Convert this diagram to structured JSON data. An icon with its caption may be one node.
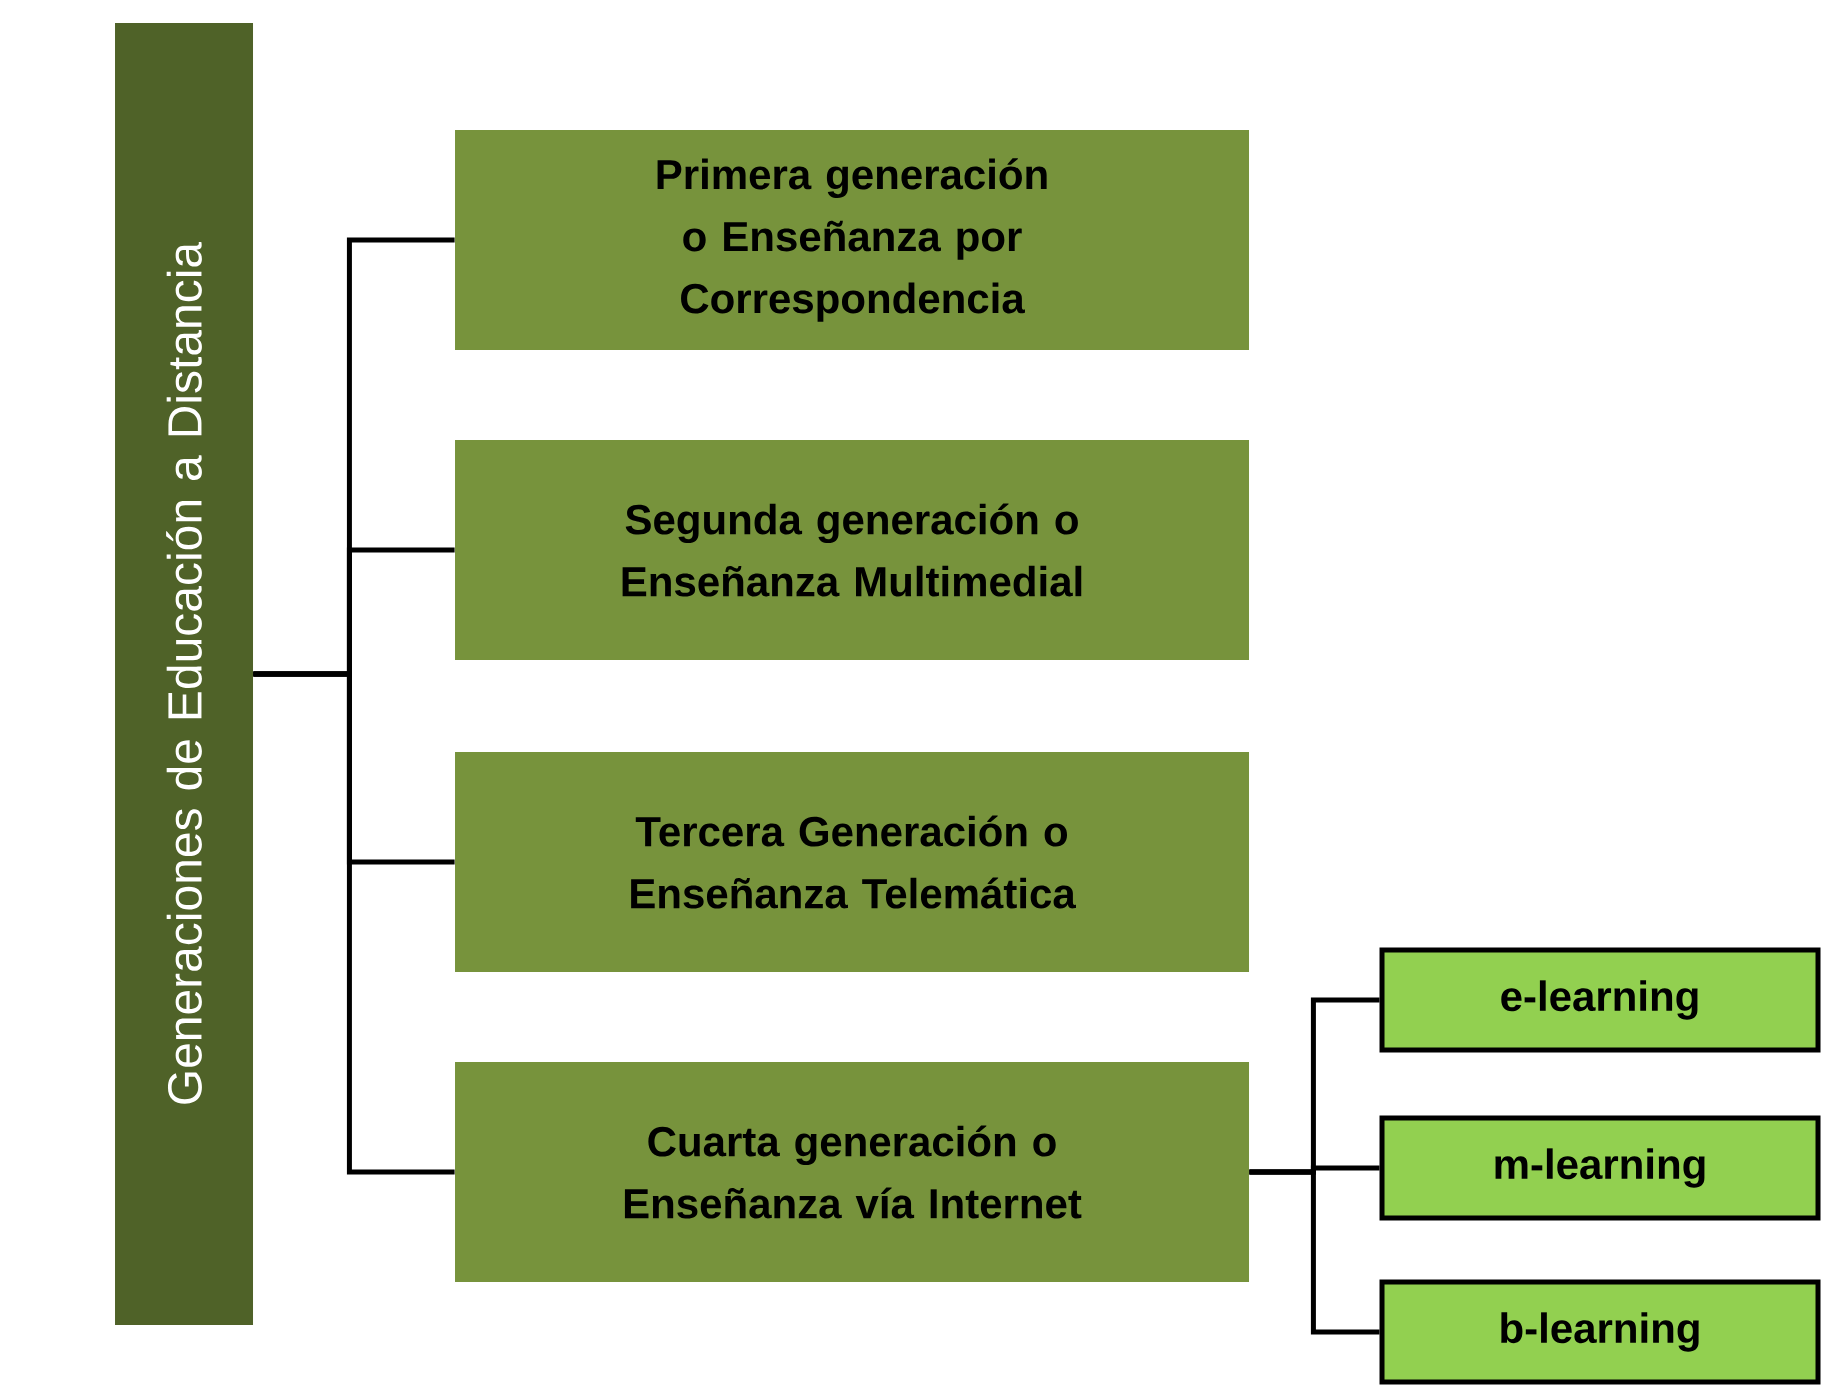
{
  "diagram": {
    "nodes": [
      {
        "text": [
          "Generaciones de Educación a Distancia"
        ]
      },
      {
        "text": [
          "Primera generación o Enseñanza por Correspondencia"
        ]
      },
      {
        "text": [
          "Segunda generación o Enseñanza Multimedial"
        ]
      },
      {
        "text": [
          "Tercera Generación o Enseñanza Telemática"
        ]
      },
      {
        "text": [
          "Cuarta generación o Enseñanza vía Internet"
        ]
      },
      {
        "text": [
          "e-learning"
        ]
      },
      {
        "text": [
          "m-learning"
        ]
      },
      {
        "text": [
          "b-learning"
        ]
      }
    ],
    "edges": [
      {
        "from": 0,
        "to": 1,
        "arrow": "none"
      },
      {
        "from": 0,
        "to": 2,
        "arrow": "none"
      },
      {
        "from": 0,
        "to": 3,
        "arrow": "none"
      },
      {
        "from": 0,
        "to": 4,
        "arrow": "none"
      },
      {
        "from": 4,
        "to": 5,
        "arrow": "none"
      },
      {
        "from": 4,
        "to": 6,
        "arrow": "none"
      },
      {
        "from": 4,
        "to": 7,
        "arrow": "none"
      }
    ]
  }
}
